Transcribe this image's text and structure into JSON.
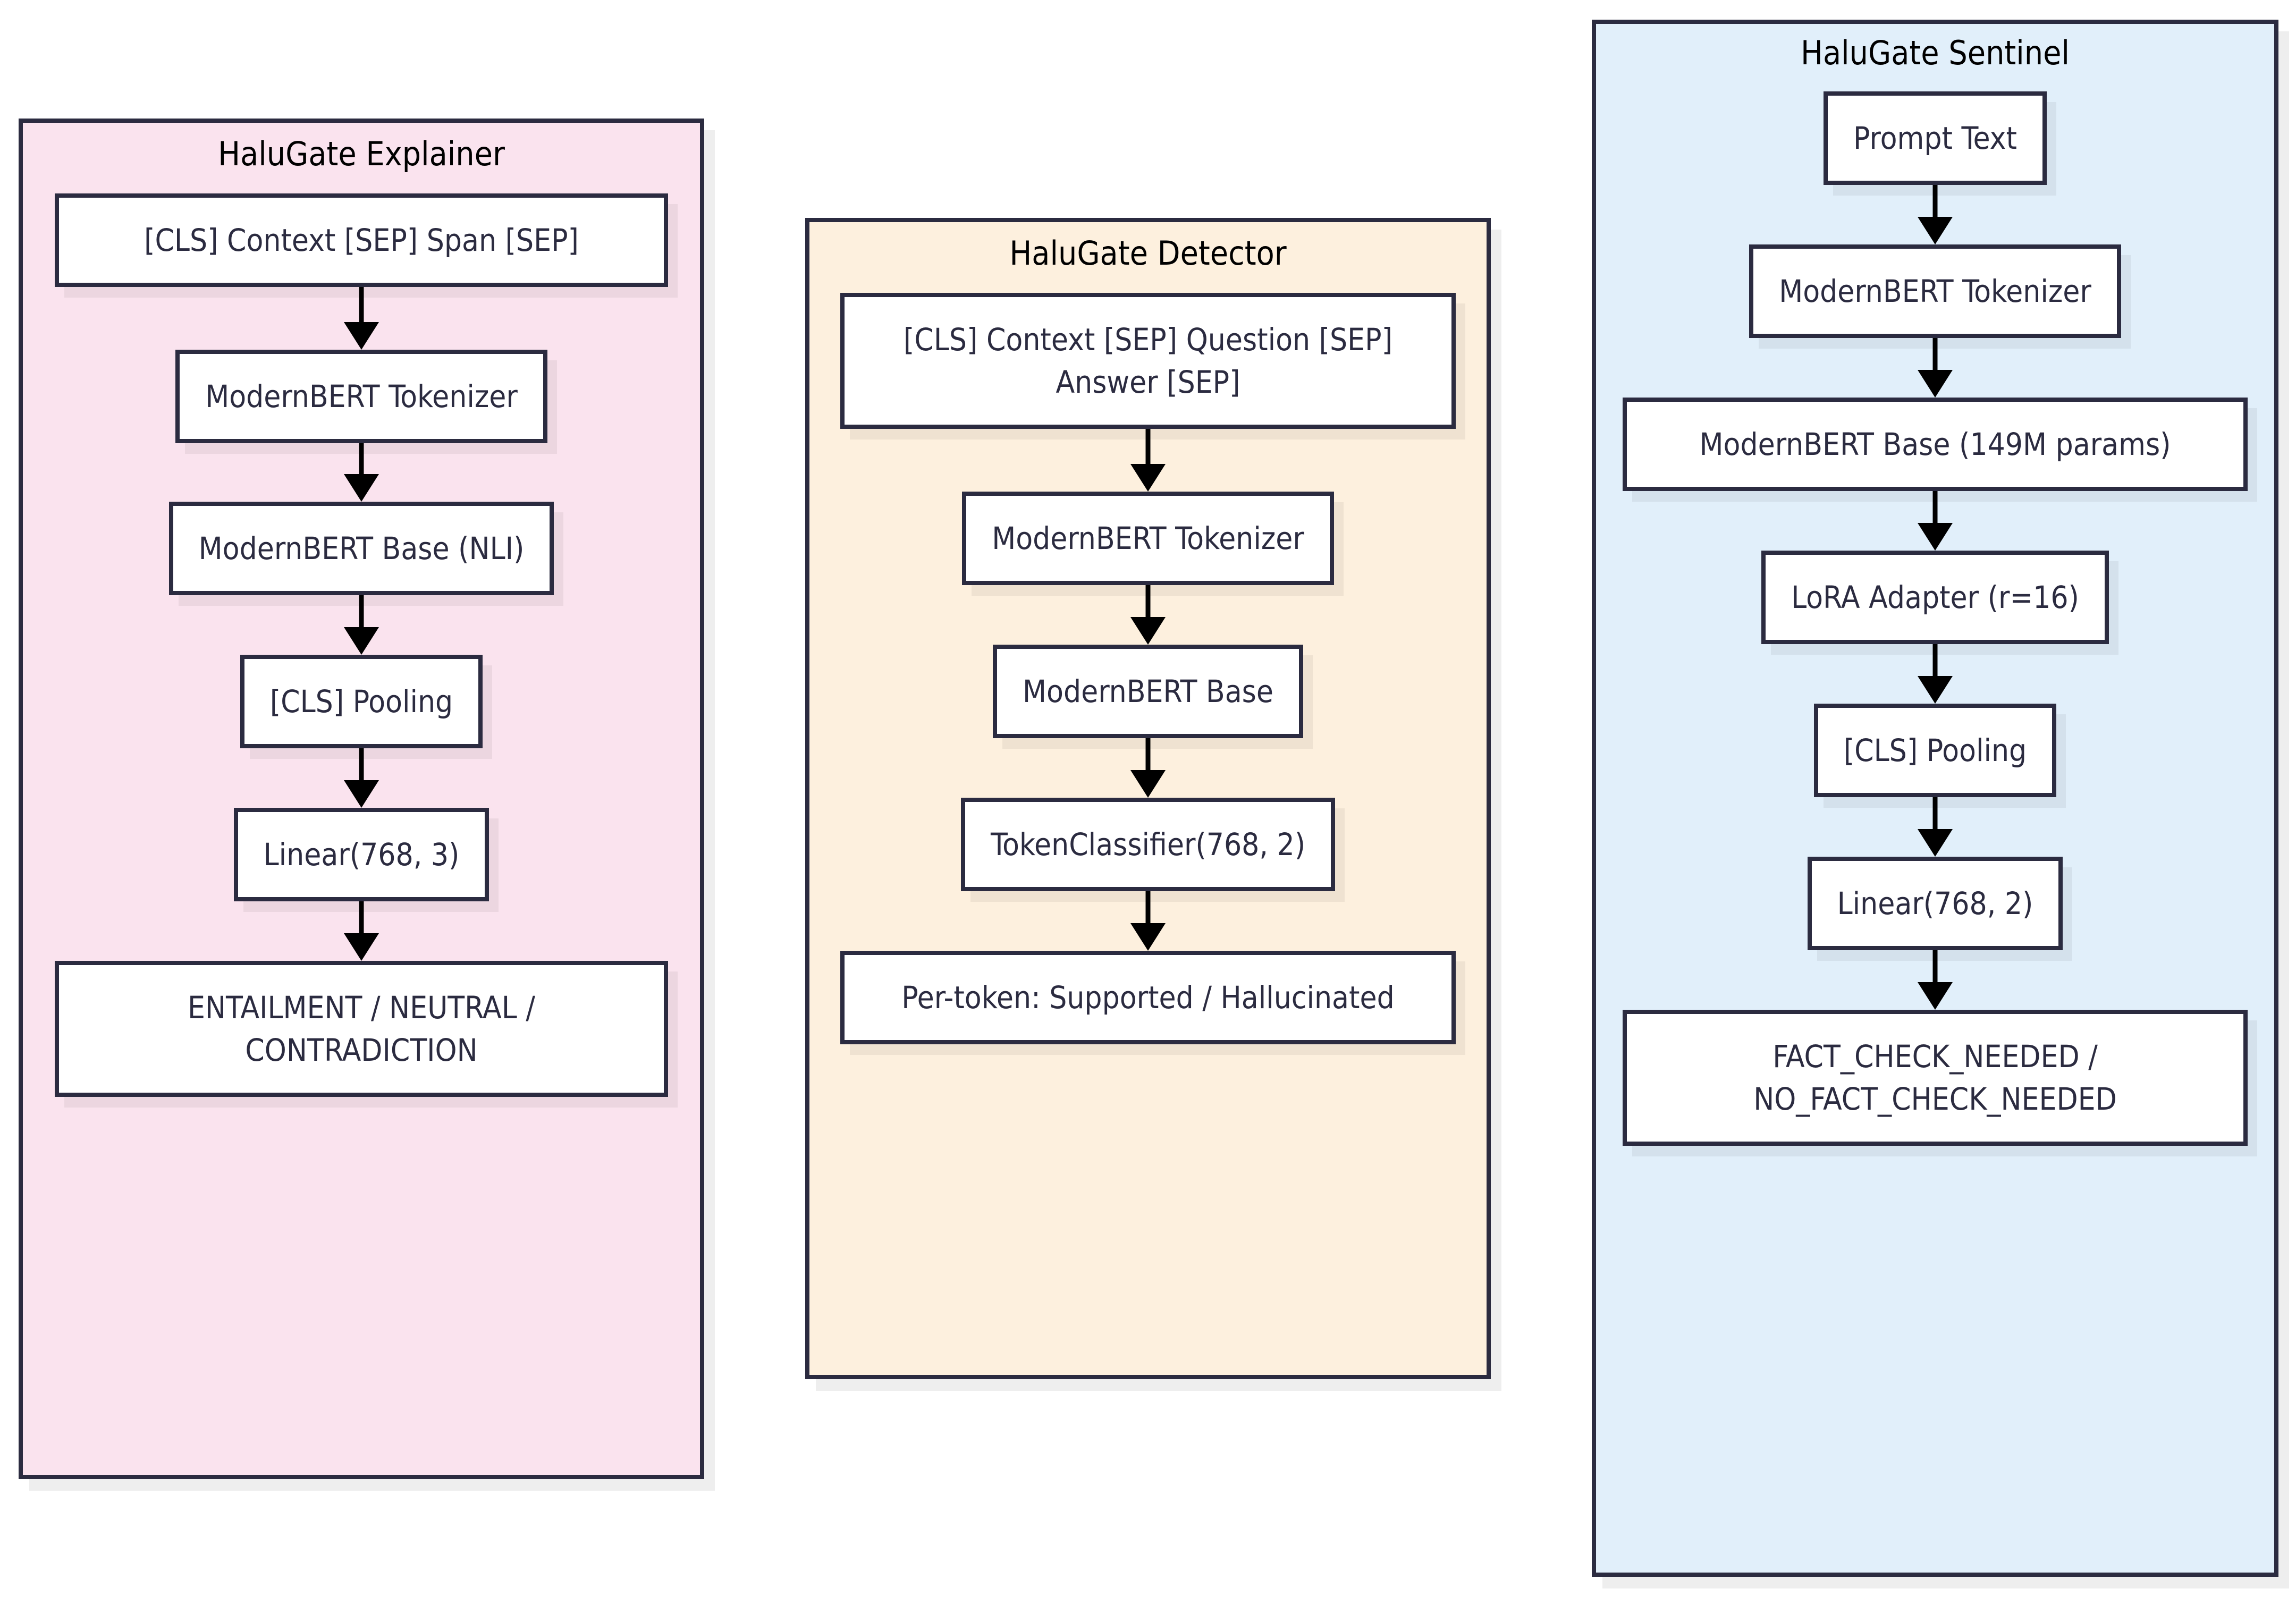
{
  "diagram": {
    "type": "flowchart",
    "direction": "top-to-bottom",
    "background_color": "#ffffff",
    "border_color": "#2b2b40",
    "arrow_color": "#000000",
    "node_fill": "#ffffff",
    "node_text_color": "#2b2b40",
    "title_text_color": "#000000",
    "columns": [
      {
        "id": "explainer",
        "title": "HaluGate Explainer",
        "fill_color": "#fae3ee",
        "nodes": [
          {
            "id": "exp-input",
            "label": "[CLS] Context [SEP] Span [SEP]",
            "width": "wide"
          },
          {
            "id": "exp-tokenizer",
            "label": "ModernBERT Tokenizer",
            "width": "auto"
          },
          {
            "id": "exp-base",
            "label": "ModernBERT Base (NLI)",
            "width": "auto"
          },
          {
            "id": "exp-pooling",
            "label": "[CLS] Pooling",
            "width": "auto"
          },
          {
            "id": "exp-linear",
            "label": "Linear(768, 3)",
            "width": "auto"
          },
          {
            "id": "exp-output",
            "label": "ENTAILMENT / NEUTRAL / CONTRADICTION",
            "width": "wide"
          }
        ]
      },
      {
        "id": "detector",
        "title": "HaluGate Detector",
        "fill_color": "#fdf0de",
        "nodes": [
          {
            "id": "det-input",
            "label": "[CLS] Context [SEP] Question [SEP] Answer [SEP]",
            "width": "wide"
          },
          {
            "id": "det-tokenizer",
            "label": "ModernBERT Tokenizer",
            "width": "auto"
          },
          {
            "id": "det-base",
            "label": "ModernBERT Base",
            "width": "auto"
          },
          {
            "id": "det-classifier",
            "label": "TokenClassifier(768, 2)",
            "width": "auto"
          },
          {
            "id": "det-output",
            "label": "Per-token: Supported / Hallucinated",
            "width": "wide"
          }
        ]
      },
      {
        "id": "sentinel",
        "title": "HaluGate Sentinel",
        "fill_color": "#e1effa",
        "nodes": [
          {
            "id": "sen-prompt",
            "label": "Prompt Text",
            "width": "auto"
          },
          {
            "id": "sen-tokenizer",
            "label": "ModernBERT Tokenizer",
            "width": "auto"
          },
          {
            "id": "sen-base",
            "label": "ModernBERT Base (149M params)",
            "width": "wide"
          },
          {
            "id": "sen-lora",
            "label": "LoRA Adapter (r=16)",
            "width": "auto"
          },
          {
            "id": "sen-pooling",
            "label": "[CLS] Pooling",
            "width": "auto"
          },
          {
            "id": "sen-linear",
            "label": "Linear(768, 2)",
            "width": "auto"
          },
          {
            "id": "sen-output",
            "label": "FACT_CHECK_NEEDED / NO_FACT_CHECK_NEEDED",
            "width": "wide"
          }
        ]
      }
    ]
  }
}
